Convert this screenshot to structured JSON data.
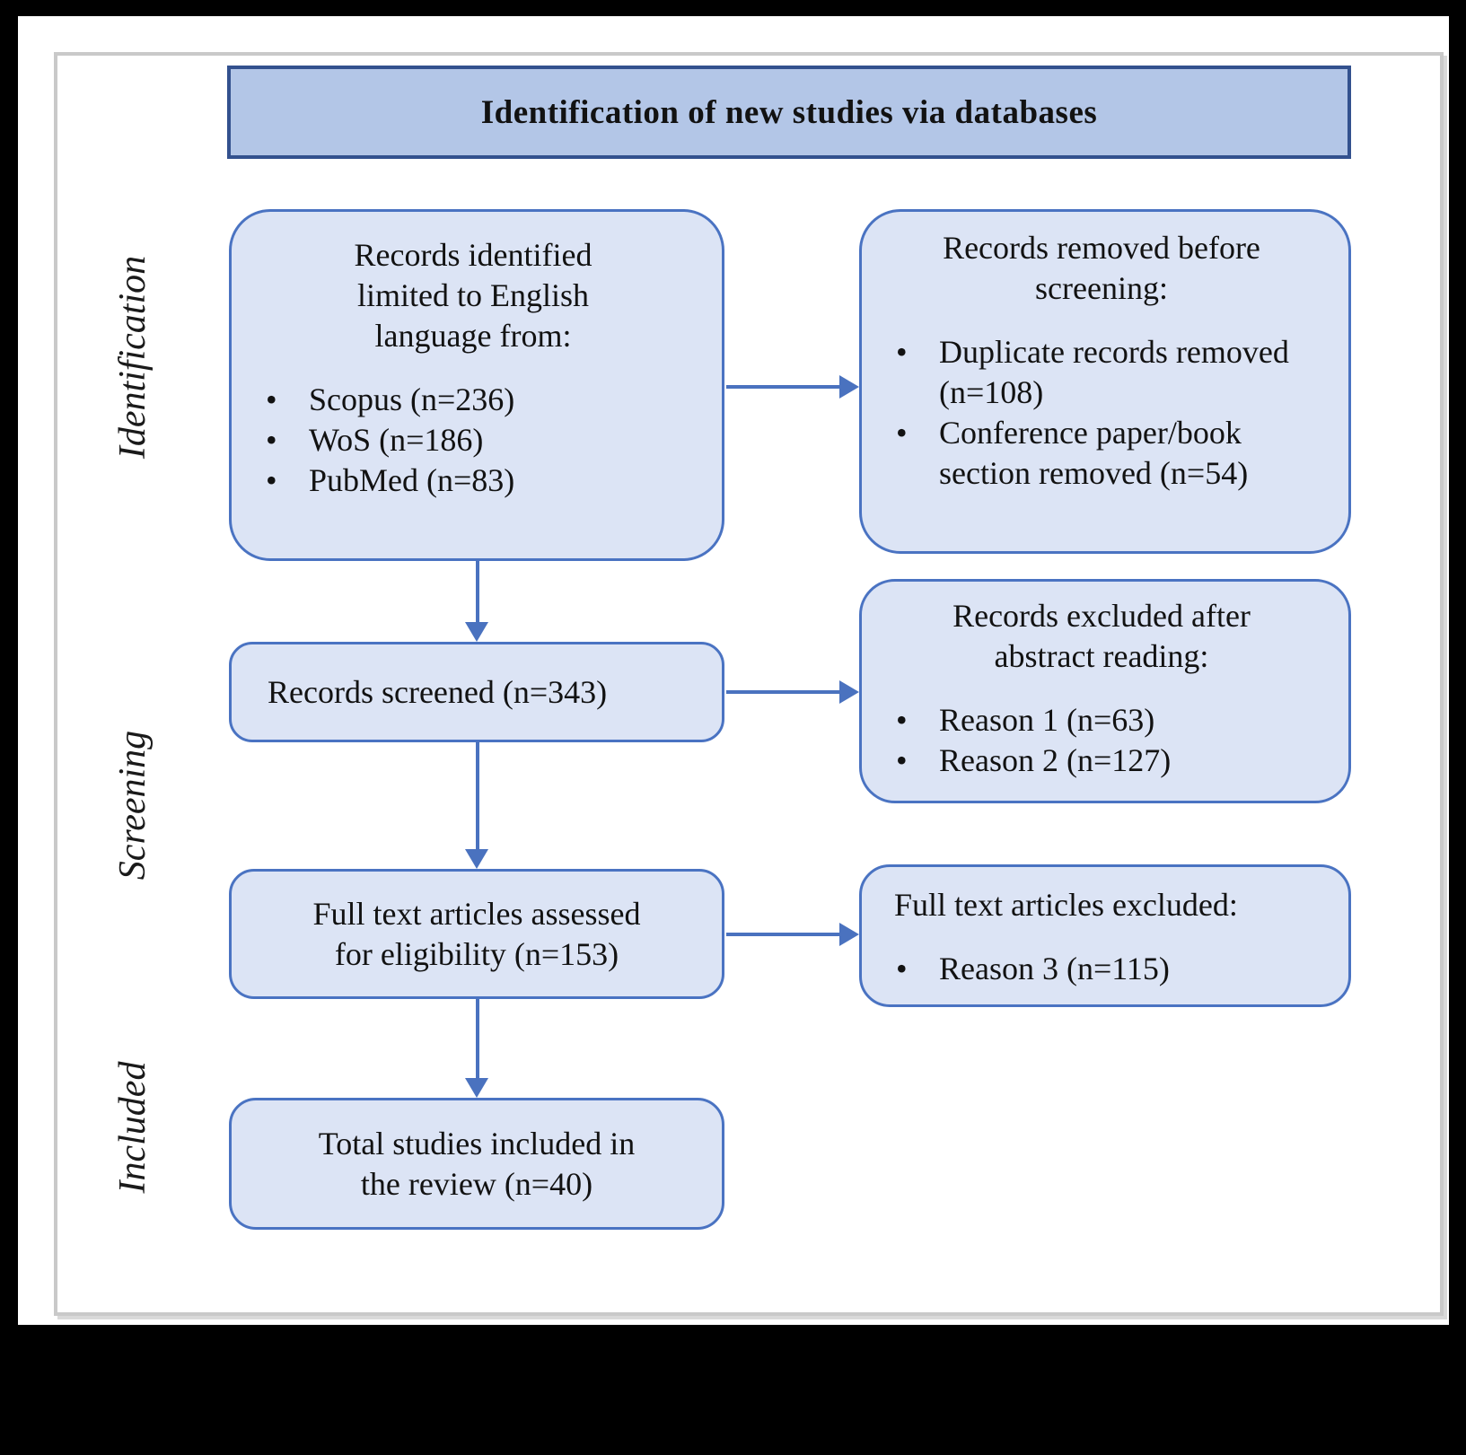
{
  "title_banner": {
    "text": "Identification of new studies via databases"
  },
  "stage_labels": {
    "identification": "Identification",
    "screening": "Screening",
    "included": "Included"
  },
  "boxes": {
    "records_identified": {
      "heading_lines": [
        "Records identified",
        "limited to English",
        "language from:"
      ],
      "bullets": [
        "Scopus (n=236)",
        "WoS (n=186)",
        "PubMed (n=83)"
      ]
    },
    "records_removed": {
      "heading_lines": [
        "Records removed before",
        "screening:"
      ],
      "bullets": [
        "Duplicate records removed (n=108)",
        "Conference paper/book section removed (n=54)"
      ]
    },
    "records_screened": {
      "text": "Records screened (n=343)"
    },
    "records_excluded_abstract": {
      "heading_lines": [
        "Records excluded after",
        "abstract reading:"
      ],
      "bullets": [
        "Reason 1 (n=63)",
        "Reason 2 (n=127)"
      ]
    },
    "full_text_assessed": {
      "lines": [
        "Full text articles assessed",
        "for eligibility (n=153)"
      ]
    },
    "full_text_excluded": {
      "heading": "Full text articles excluded:",
      "bullets": [
        "Reason 3 (n=115)"
      ]
    },
    "total_included": {
      "lines": [
        "Total studies included in",
        "the review (n=40)"
      ]
    }
  },
  "colors": {
    "box_fill": "#dce4f5",
    "box_border": "#4a73c2",
    "banner_fill": "#b3c6e7",
    "banner_border": "#33518e",
    "arrow": "#4a72bf",
    "panel_border": "#c9c9c9",
    "text": "#121212"
  }
}
